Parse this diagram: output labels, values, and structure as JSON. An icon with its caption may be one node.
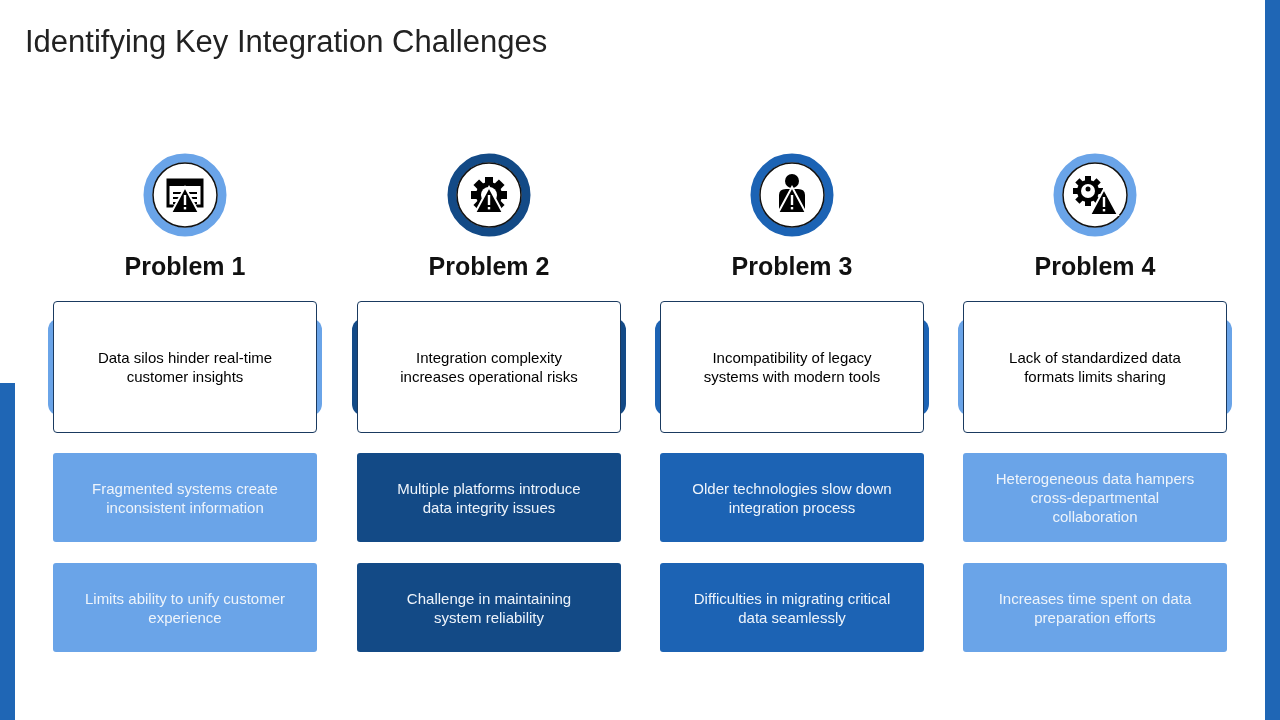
{
  "diagram": {
    "title": "Identifying Key Integration Challenges",
    "nodes": [
      {
        "text": [
          "Problem 1",
          "Data silos hinder real-time customer insights"
        ]
      },
      {
        "text": [
          "Problem 2",
          "Integration complexity increases operational risks"
        ]
      },
      {
        "text": [
          "Problem 3",
          "Incompatibility of legacy systems with modern tools"
        ]
      },
      {
        "text": [
          "Problem 4",
          "Lack of standardized data formats limits sharing"
        ]
      },
      {
        "text": [
          "Fragmented systems create inconsistent information"
        ]
      },
      {
        "text": [
          "Multiple platforms introduce data integrity issues"
        ]
      },
      {
        "text": [
          "Older technologies slow down integration process"
        ]
      },
      {
        "text": [
          "Heterogeneous data hampers cross-departmental collaboration"
        ]
      },
      {
        "text": [
          "Limits ability to unify customer experience"
        ]
      },
      {
        "text": [
          "Challenge in maintaining system reliability"
        ]
      },
      {
        "text": [
          "Difficulties in migrating critical data seamlessly"
        ]
      },
      {
        "text": [
          "Increases time spent on data preparation efforts"
        ]
      }
    ]
  }
}
